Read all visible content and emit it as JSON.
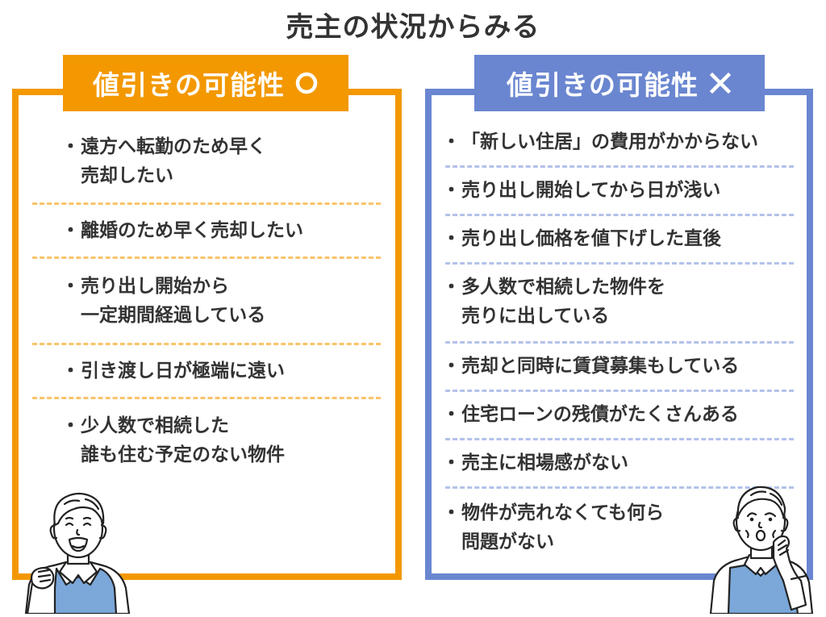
{
  "title": "売主の状況からみる",
  "colors": {
    "orange": "#F39800",
    "blue": "#6A86D0",
    "text": "#333333",
    "vest": "#7BA7D9"
  },
  "left_panel": {
    "label": "値引きの可能性",
    "mark": "circle-icon",
    "items": [
      {
        "line1": "遠方へ転勤のため早く",
        "line2": "売却したい"
      },
      {
        "line1": "離婚のため早く売却したい",
        "line2": ""
      },
      {
        "line1": "売り出し開始から",
        "line2": "一定期間経過している"
      },
      {
        "line1": "引き渡し日が極端に遠い",
        "line2": ""
      },
      {
        "line1": "少人数で相続した",
        "line2": "誰も住む予定のない物件"
      }
    ],
    "bullet": "・"
  },
  "right_panel": {
    "label": "値引きの可能性",
    "mark": "cross-icon",
    "items": [
      {
        "line1": "「新しい住居」の費用がかからない",
        "line2": ""
      },
      {
        "line1": "売り出し開始してから日が浅い",
        "line2": ""
      },
      {
        "line1": "売り出し価格を値下げした直後",
        "line2": ""
      },
      {
        "line1": "多人数で相続した物件を",
        "line2": "売りに出している"
      },
      {
        "line1": "売却と同時に賃貸募集もしている",
        "line2": ""
      },
      {
        "line1": "住宅ローンの残債がたくさんある",
        "line2": ""
      },
      {
        "line1": "売主に相場感がない",
        "line2": ""
      },
      {
        "line1": "物件が売れなくても何ら",
        "line2": "問題がない"
      }
    ],
    "bullet": "・"
  },
  "illustrations": {
    "left": "happy-elderly-man-fist-pump",
    "right": "puzzled-elderly-man-hand-on-chin"
  }
}
